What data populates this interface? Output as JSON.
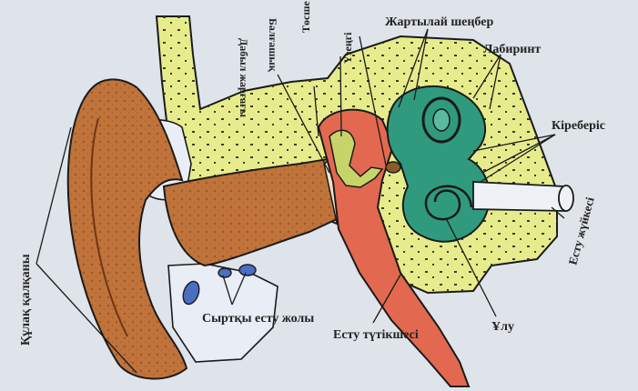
{
  "labels": {
    "auricle": "Құлақ қалқаны",
    "semicircular": "Жартылай шеңбер",
    "labyrinth": "Лабиринт",
    "vestibule": "Кіреберіс",
    "auditory_nerve": "Есту жүйкесі",
    "cochlea": "Ұлу",
    "eustachian_tube": "Есту түтікшесі",
    "ear_canal": "Сыртқы есту жолы",
    "eardrum": "Дабыл жарғағы",
    "hammer": "Балғашық",
    "anvil": "Төсше",
    "stirrup": "Үзеңгі"
  },
  "colors": {
    "background": "#dfe3ea",
    "bone": "#e6ec8c",
    "outer_ear": "#c0733a",
    "outer_ear_dark": "#8e4a1f",
    "middle_ear": "#e2694f",
    "inner_ear": "#2f9a7e",
    "cavity": "#e9edf5",
    "cavity_blue": "#4a6ec2"
  }
}
